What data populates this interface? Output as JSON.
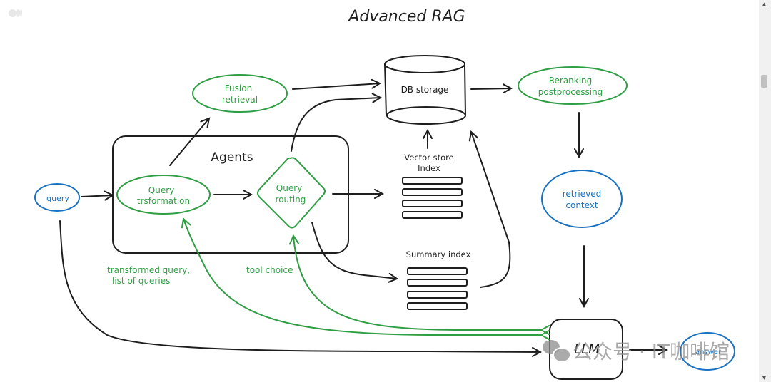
{
  "title": "Advanced RAG",
  "colors": {
    "green": "#2f9e44",
    "blue": "#1971c2",
    "black": "#1e1e1e"
  },
  "nodes": {
    "query": "query",
    "fusion_retrieval": [
      "Fusion",
      "retrieval"
    ],
    "agents": "Agents",
    "query_transformation": [
      "Query",
      "trsformation"
    ],
    "query_routing": [
      "Query",
      "routing"
    ],
    "db_storage": "DB storage",
    "vector_store_index": [
      "Vector store",
      "Index"
    ],
    "summary_index": "Summary index",
    "reranking": [
      "Reranking",
      "postprocessing"
    ],
    "retrieved_context": [
      "retrieved",
      "context"
    ],
    "llm": "LLM",
    "answer": "answer"
  },
  "edge_labels": {
    "transformed_query": [
      "transformed query,",
      "list of queries"
    ],
    "tool_choice": "tool choice"
  },
  "watermark": {
    "icon": "wechat-icon",
    "text": "公众号 · IT咖啡馆"
  },
  "scrollbar": {
    "up_icon": "▲",
    "down_icon": "▼"
  }
}
